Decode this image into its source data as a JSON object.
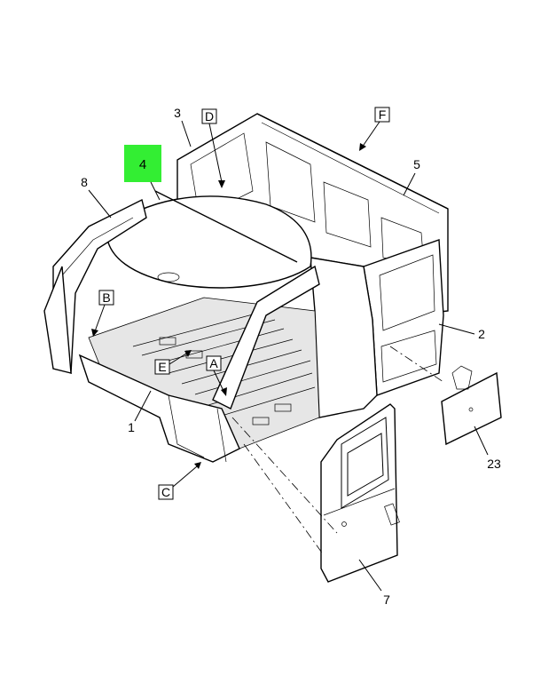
{
  "callouts": {
    "n1": "1",
    "n2": "2",
    "n3": "3",
    "n4": "4",
    "n5": "5",
    "n7": "7",
    "n8": "8",
    "n23": "23"
  },
  "view_labels": {
    "A": "A",
    "B": "B",
    "C": "C",
    "D": "D",
    "E": "E",
    "F": "F"
  },
  "colors": {
    "highlight": "#33ee33",
    "line": "#000000",
    "background": "#ffffff"
  }
}
